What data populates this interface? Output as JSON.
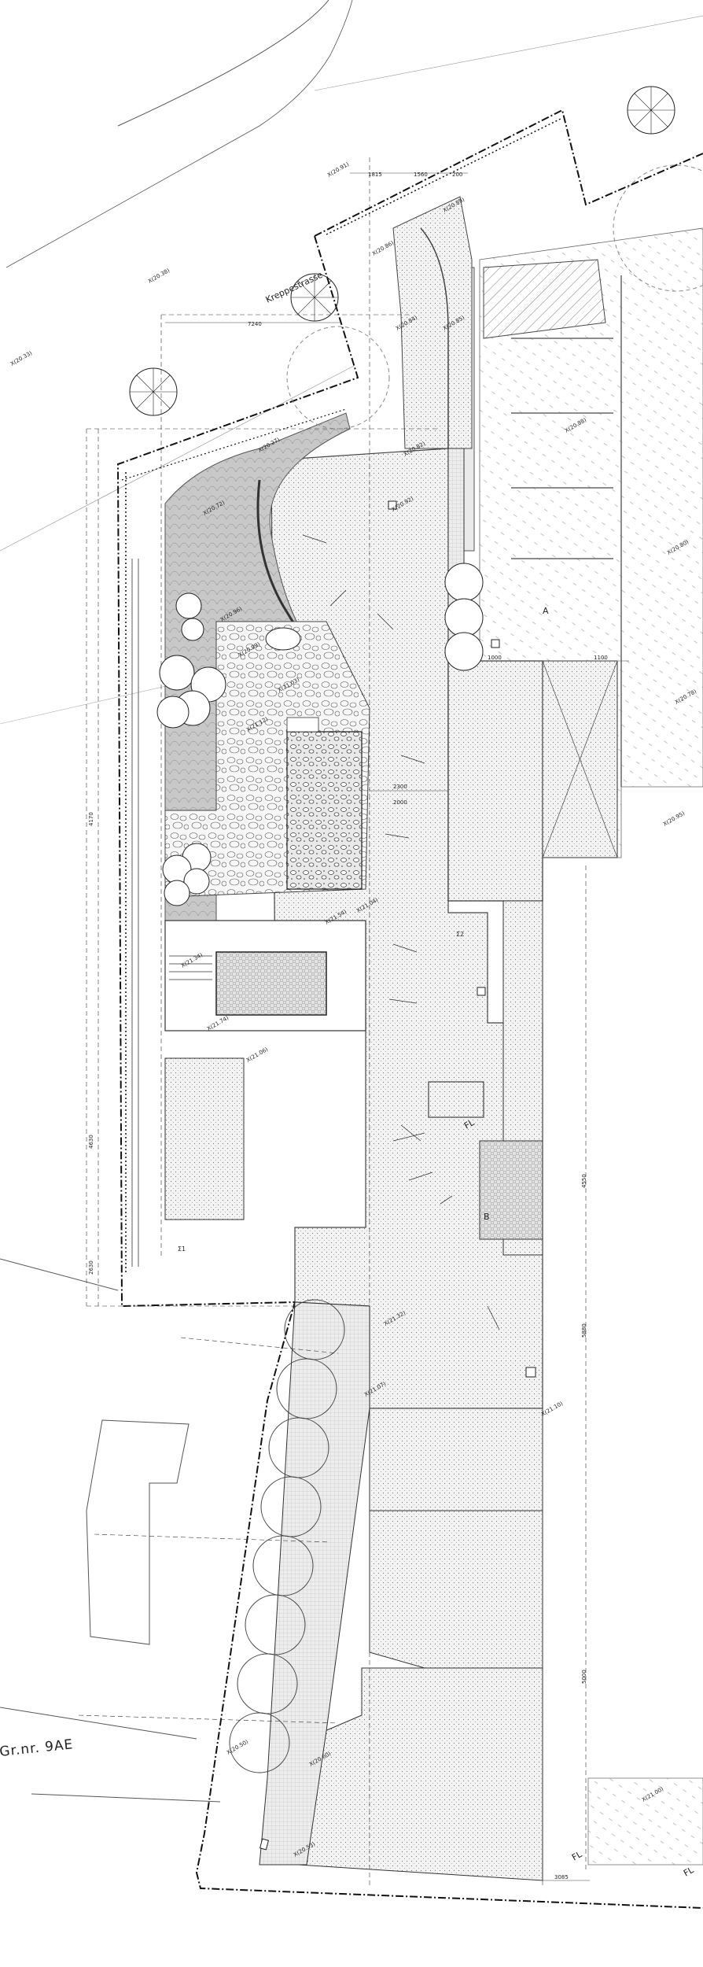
{
  "street_name": "Kreppestrasse",
  "plot_label": "Gr.nr. 9AE",
  "flow_marker": "FL",
  "markers": {
    "arrow_label": "FL",
    "tag_a": "Σ1",
    "tag_b": "Σ2"
  },
  "north_labels": {
    "A": "A",
    "B": "B"
  },
  "elevations": [
    "X(20.91)",
    "X(20.89)",
    "X(20.86)",
    "X(20.84)",
    "X(20.85)",
    "X(20.82)",
    "X(20.92)",
    "X(20.88)",
    "X(20.80)",
    "X(20.72)",
    "X(20.38)",
    "X(20.33)",
    "X(20.27)",
    "X(20.96)",
    "X(20.99)",
    "X(21.03)",
    "X(21.12)",
    "X(21.34)",
    "X(21.54)",
    "X(21.04)",
    "X(21.06)",
    "X(21.74)",
    "X(20.50)",
    "X(20.53)",
    "X(20.60)",
    "X(21.00)",
    "X(20.78)",
    "X(20.95)",
    "X(21.32)",
    "X(21.07)",
    "X(21.10)"
  ],
  "dimensions": [
    "1815",
    "1560",
    "200",
    "7240",
    "2000",
    "1000",
    "2300",
    "1100",
    "4550",
    "5880",
    "5000",
    "3085",
    "2630",
    "4170",
    "4630"
  ]
}
